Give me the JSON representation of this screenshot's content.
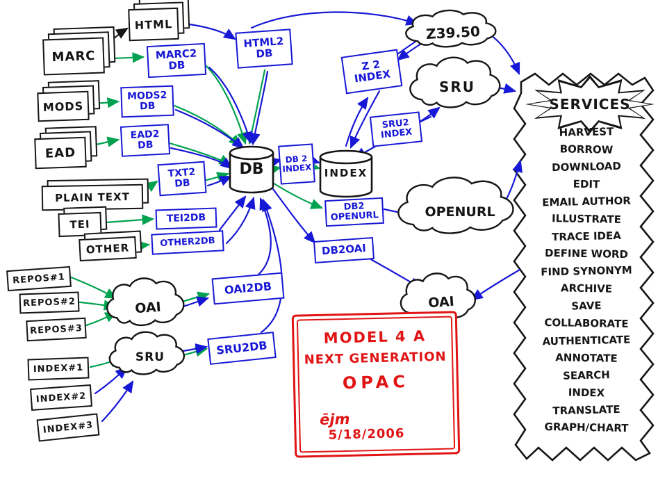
{
  "colors": {
    "blue": "#1717d6",
    "green": "#00a24f",
    "red": "#e01414",
    "black": "#151515"
  },
  "sources": {
    "marc": "MARC",
    "html": "HTML",
    "mods": "MODS",
    "ead": "EAD",
    "plain_text": "PLAIN TEXT",
    "tei": "TEI",
    "other": "OTHER"
  },
  "converters": {
    "marc2db": "MARC2 DB",
    "html2db": "HTML2 DB",
    "mods2db": "MODS2 DB",
    "ead2db": "EAD2 DB",
    "txt2db": "TXT2 DB",
    "tei2db": "TEI2DB",
    "other2db": "OTHER2DB",
    "oai2db": "OAI2DB",
    "sru2db": "SRU2DB",
    "db2index": "DB 2 INDEX",
    "z2index": "Z 2 INDEX",
    "sru2index": "SRU2 INDEX",
    "db2openurl": "DB2 OPENURL",
    "db2oai": "DB2OAI"
  },
  "stores": {
    "db": "DB",
    "index": "INDEX"
  },
  "clouds": {
    "z3950": "Z39.50",
    "sru_top": "SRU",
    "openurl": "OPENURL",
    "oai_right": "OAI",
    "oai_left": "OAI",
    "sru_left": "SRU"
  },
  "repositories": [
    "REPOS#1",
    "REPOS#2",
    "REPOS#3"
  ],
  "remote_indexes": [
    "INDEX#1",
    "INDEX#2",
    "INDEX#3"
  ],
  "note": {
    "title_line1": "MODEL 4 A",
    "title_line2": "NEXT GENERATION",
    "title_line3": "OPAC",
    "signature": "ējm",
    "date": "5/18/2006"
  },
  "services": {
    "title": "SERVICES",
    "items": [
      "HARVEST",
      "BORROW",
      "DOWNLOAD",
      "EDIT",
      "EMAIL AUTHOR",
      "ILLUSTRATE",
      "TRACE IDEA",
      "DEFINE WORD",
      "FIND SYNONYM",
      "ARCHIVE",
      "SAVE",
      "COLLABORATE",
      "AUTHENTICATE",
      "ANNOTATE",
      "SEARCH",
      "INDEX",
      "TRANSLATE",
      "GRAPH/CHART"
    ]
  }
}
